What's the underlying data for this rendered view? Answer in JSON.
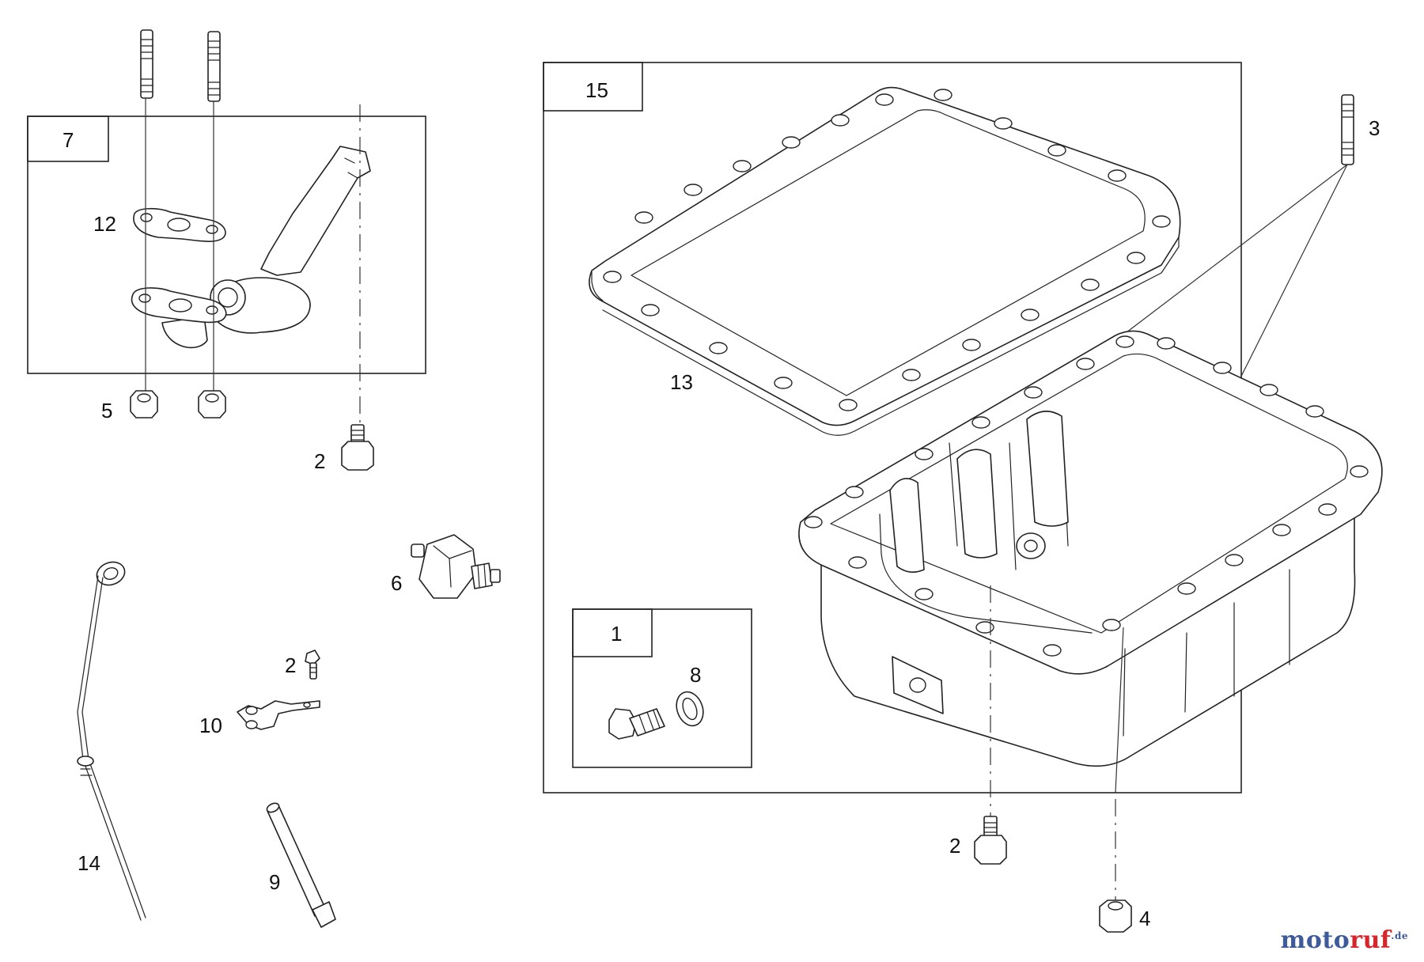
{
  "callouts": {
    "c1": "1",
    "c2a": "2",
    "c2b": "2",
    "c2c": "2",
    "c3": "3",
    "c4": "4",
    "c5": "5",
    "c6": "6",
    "c7": "7",
    "c8": "8",
    "c9": "9",
    "c10": "10",
    "c12": "12",
    "c13": "13",
    "c14": "14",
    "c15": "15"
  },
  "watermark": {
    "part1": "moto",
    "part2": "ruf",
    "part3": ".de"
  }
}
